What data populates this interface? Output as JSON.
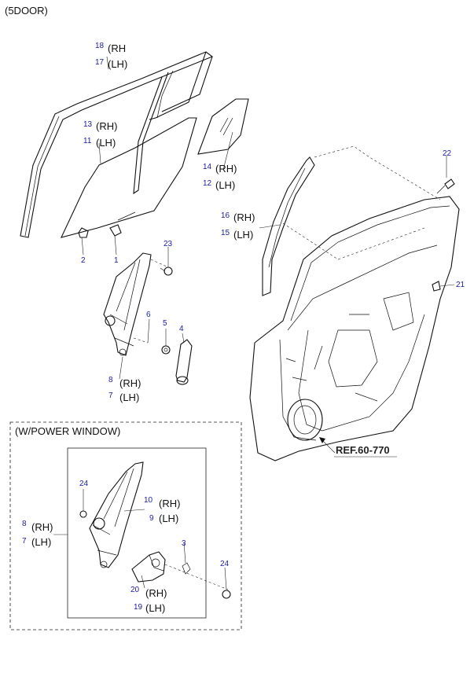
{
  "header": {
    "title": "(5DOOR)"
  },
  "inset": {
    "title": "(W/POWER WINDOW)"
  },
  "ref_label": "REF.60-770",
  "callouts": {
    "n18": "18",
    "rh18": "(RH",
    "n17": "17",
    "lh17": "(LH)",
    "n13": "13",
    "rh13": "(RH)",
    "n11": "11",
    "lh11": "(LH)",
    "n14": "14",
    "rh14": "(RH)",
    "n12": "12",
    "lh12": "(LH)",
    "n16": "16",
    "rh16": "(RH)",
    "n15": "15",
    "lh15": "(LH)",
    "n22": "22",
    "n21": "21",
    "n2": "2",
    "n1": "1",
    "n23": "23",
    "n6": "6",
    "n5": "5",
    "n4": "4",
    "n8": "8",
    "rh8": "(RH)",
    "n7": "7",
    "lh7": "(LH)",
    "n24a": "24",
    "n10": "10",
    "rh10": "(RH)",
    "n9": "9",
    "lh9": "(LH)",
    "n8b": "8",
    "rh8b": "(RH)",
    "n7b": "7",
    "lh7b": "(LH)",
    "n3": "3",
    "n24b": "24",
    "n20": "20",
    "rh20": "(RH)",
    "n19": "19",
    "lh19": "(LH)"
  }
}
